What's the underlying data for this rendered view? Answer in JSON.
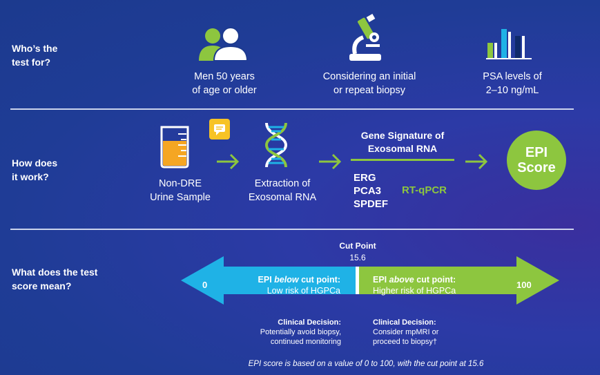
{
  "colors": {
    "green": "#8dc63f",
    "cyan": "#1fb2e6",
    "navy": "#1c3a8e"
  },
  "row1": {
    "label": "Who’s the test for?",
    "label_line1": "Who’s the",
    "label_line2": "test for?",
    "items": [
      {
        "icon": "people-icon",
        "line1": "Men 50 years",
        "line2": "of age or older"
      },
      {
        "icon": "microscope-icon",
        "line1": "Considering an initial",
        "line2": "or repeat biopsy"
      },
      {
        "icon": "bar-chart-icon",
        "line1": "PSA levels of",
        "line2": "2–10 ng/mL"
      }
    ]
  },
  "row2": {
    "label_line1": "How does",
    "label_line2": "it work?",
    "step1": {
      "icon": "beaker-icon",
      "line1": "Non-DRE",
      "line2": "Urine Sample"
    },
    "step2": {
      "icon": "dna-icon",
      "line1": "Extraction of",
      "line2": "Exosomal RNA"
    },
    "signature": {
      "title_line1": "Gene Signature of",
      "title_line2": "Exosomal RNA",
      "genes": [
        "ERG",
        "PCA3",
        "SPDEF"
      ],
      "method": "RT-qPCR"
    },
    "result": {
      "line1": "EPI",
      "line2": "Score"
    },
    "note_icon": "chat-bubble-icon"
  },
  "row3": {
    "label_line1": "What does the test",
    "label_line2": "score mean?",
    "cut_point": {
      "title": "Cut Point",
      "value": "15.6"
    },
    "min": "0",
    "max": "100",
    "below": {
      "title_pre": "EPI ",
      "title_em": "below",
      "title_post": " cut point:",
      "desc": "Low risk of HGPCa"
    },
    "above": {
      "title_pre": "EPI ",
      "title_em": "above",
      "title_post": " cut point:",
      "desc": "Higher risk of HGPCa"
    },
    "decision_below": {
      "title": "Clinical Decision:",
      "line1": "Potentially avoid biopsy,",
      "line2": "continued monitoring"
    },
    "decision_above": {
      "title": "Clinical Decision:",
      "line1": "Consider mpMRI or",
      "line2": "proceed to biopsy†"
    },
    "footnote": "EPI score is based on a value of 0 to 100, with the cut point at 15.6"
  }
}
